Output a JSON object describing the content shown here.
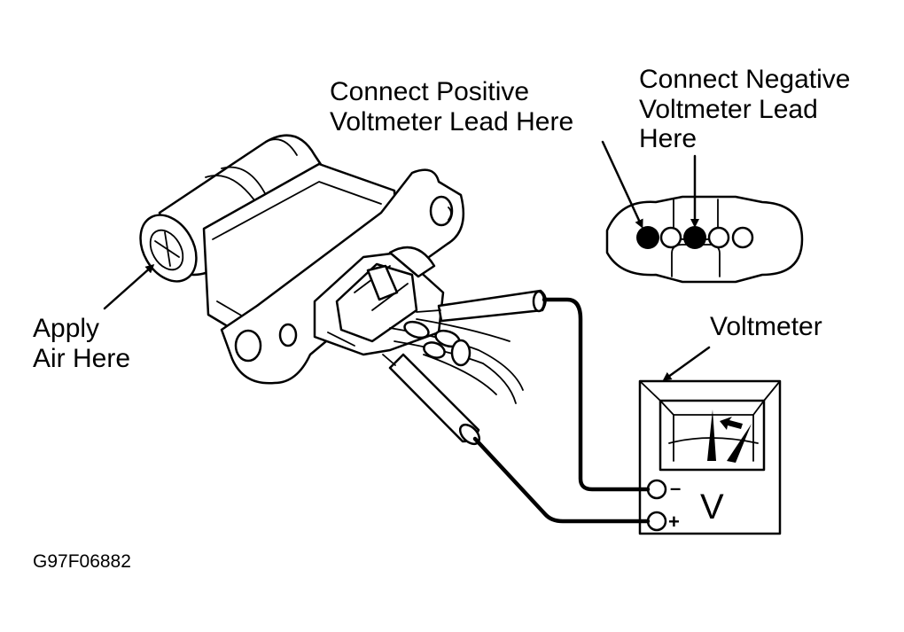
{
  "labels": {
    "positive_line1": "Connect Positive",
    "positive_line2": "Voltmeter Lead Here",
    "negative_line1": "Connect Negative",
    "negative_line2": "Voltmeter Lead",
    "negative_line3": "Here",
    "apply_line1": "Apply",
    "apply_line2": "Air Here",
    "voltmeter": "Voltmeter",
    "figure_id": "G97F06882"
  },
  "meter": {
    "unit_symbol": "V",
    "negative_sign": "–",
    "positive_sign": "+"
  },
  "colors": {
    "ink": "#000000",
    "paper": "#ffffff"
  }
}
